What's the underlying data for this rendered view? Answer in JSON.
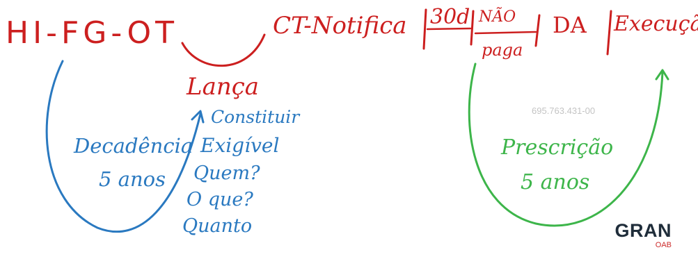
{
  "colors": {
    "red": "#cc1f1f",
    "blue": "#2a79c0",
    "green": "#3db54a",
    "watermark": "#c4c4c4",
    "logo": "#1f2d3a",
    "logo_accent": "#cc2a2a"
  },
  "timeline": {
    "start": "HI-FG-OT",
    "ct": "CT-Notifica",
    "days": "30d",
    "nao": "NÃO",
    "paga": "paga",
    "da": "DA",
    "execucao": "Execução"
  },
  "lanca": {
    "title": "Lança",
    "items": [
      "Constituir",
      "Exigível",
      "Quem?",
      "O que?",
      "Quanto"
    ]
  },
  "decadencia": {
    "label": "Decadência",
    "period": "5 anos"
  },
  "prescricao": {
    "label": "Prescrição",
    "period": "5 anos"
  },
  "watermark": "695.763.431-00",
  "logo": {
    "name": "GRAN",
    "sub": "OAB"
  }
}
